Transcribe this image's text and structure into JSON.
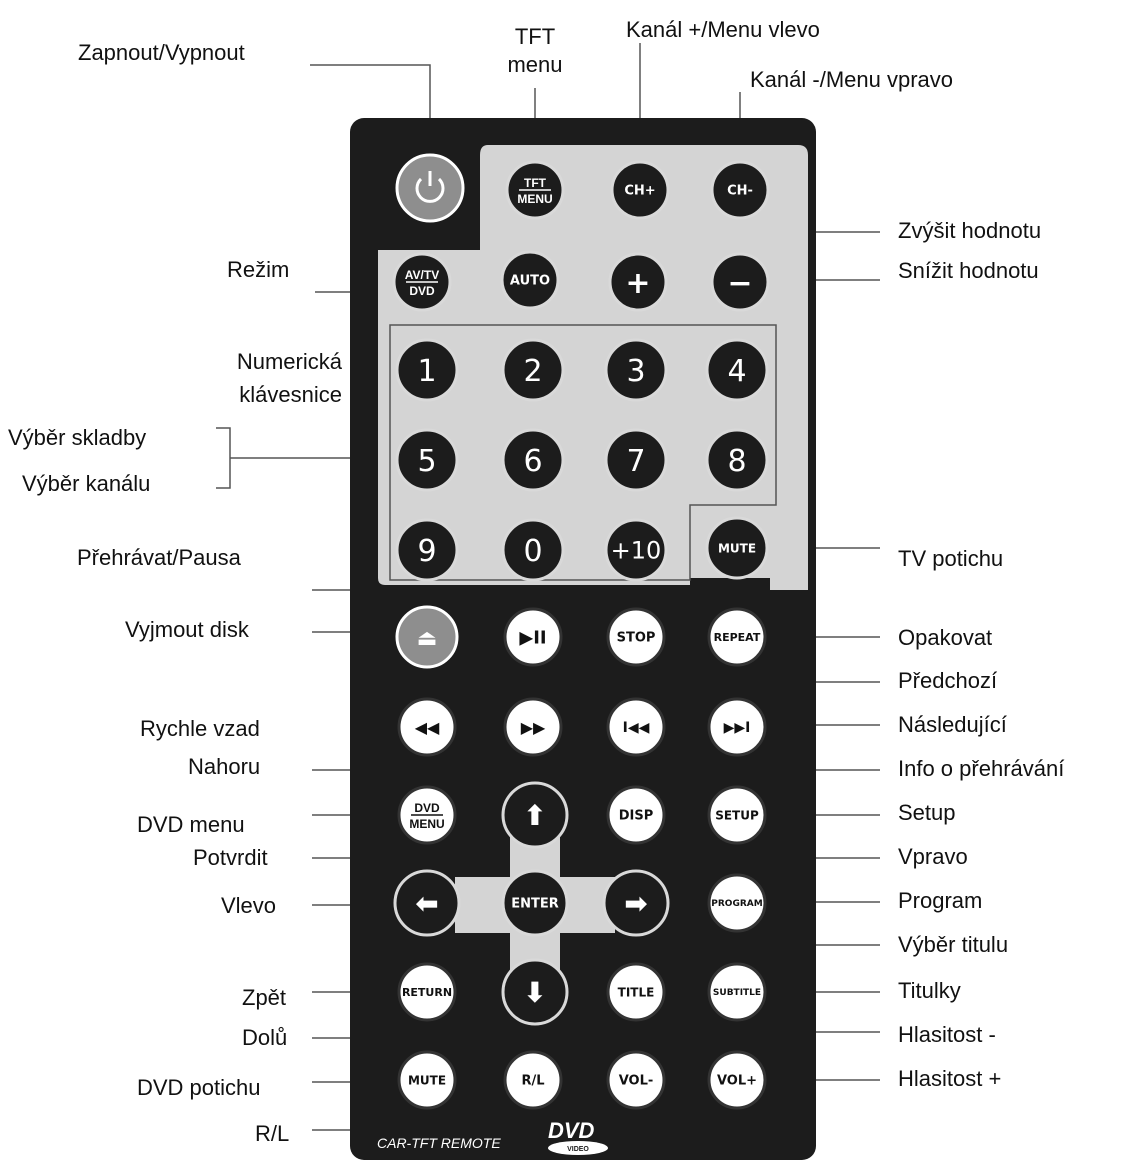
{
  "remote": {
    "footer_text": "CAR-TFT REMOTE",
    "logo_text": "DVD",
    "logo_sub": "VIDEO",
    "colors": {
      "body": "#1c1c1c",
      "panel": "#d4d4d4",
      "button": "#1c1c1c",
      "button_ring": "#d9d9d9",
      "white_button": "#ffffff",
      "power_button": "#8e8e8e",
      "line": "#555555"
    },
    "buttons": {
      "power": "",
      "tft_menu_top": "TFT",
      "tft_menu_bottom": "MENU",
      "ch_plus": "CH+",
      "ch_minus": "CH-",
      "mode_top": "AV/TV",
      "mode_bottom": "DVD",
      "auto": "AUTO",
      "plus": "+",
      "minus": "−",
      "n1": "1",
      "n2": "2",
      "n3": "3",
      "n4": "4",
      "n5": "5",
      "n6": "6",
      "n7": "7",
      "n8": "8",
      "n9": "9",
      "n0": "0",
      "n10": "+10",
      "tv_mute": "MUTE",
      "eject": "⏏",
      "play_pause": "▶II",
      "stop": "STOP",
      "repeat": "REPEAT",
      "rewind": "◀◀",
      "forward": "▶▶",
      "prev": "I◀◀",
      "next": "▶▶I",
      "dvd_menu_top": "DVD",
      "dvd_menu_bottom": "MENU",
      "up": "⬆",
      "disp": "DISP",
      "setup": "SETUP",
      "left": "⬅",
      "enter": "ENTER",
      "right": "➡",
      "program": "PROGRAM",
      "return": "RETURN",
      "down": "⬇",
      "title": "TITLE",
      "subtitle": "SUBTITLE",
      "dvd_mute": "MUTE",
      "rl": "R/L",
      "vol_minus": "VOL-",
      "vol_plus": "VOL+"
    }
  },
  "labels": {
    "power": "Zapnout/Vypnout",
    "tft_line1": "TFT",
    "tft_line2": "menu",
    "ch_plus": "Kanál +/Menu vlevo",
    "ch_minus": "Kanál -/Menu vpravo",
    "plus": "Zvýšit hodnotu",
    "minus": "Snížit hodnotu",
    "mode": "Režim",
    "numeric_line1": "Numerická",
    "numeric_line2": "klávesnice",
    "track": "Výběr skladby",
    "channel": "Výběr kanálu",
    "play_pause": "Přehrávat/Pausa",
    "tv_mute": "TV potichu",
    "eject": "Vyjmout disk",
    "repeat": "Opakovat",
    "prev": "Předchozí",
    "rewind": "Rychle vzad",
    "next": "Následující",
    "up": "Nahoru",
    "info": "Info o přehrávání",
    "dvd_menu": "DVD menu",
    "setup": "Setup",
    "enter": "Potvrdit",
    "right": "Vpravo",
    "left": "Vlevo",
    "program": "Program",
    "title_select": "Výběr titulu",
    "return": "Zpět",
    "subtitles": "Titulky",
    "down": "Dolů",
    "vol_minus": "Hlasitost -",
    "dvd_mute": "DVD potichu",
    "vol_plus": "Hlasitost +",
    "rl": "R/L"
  }
}
